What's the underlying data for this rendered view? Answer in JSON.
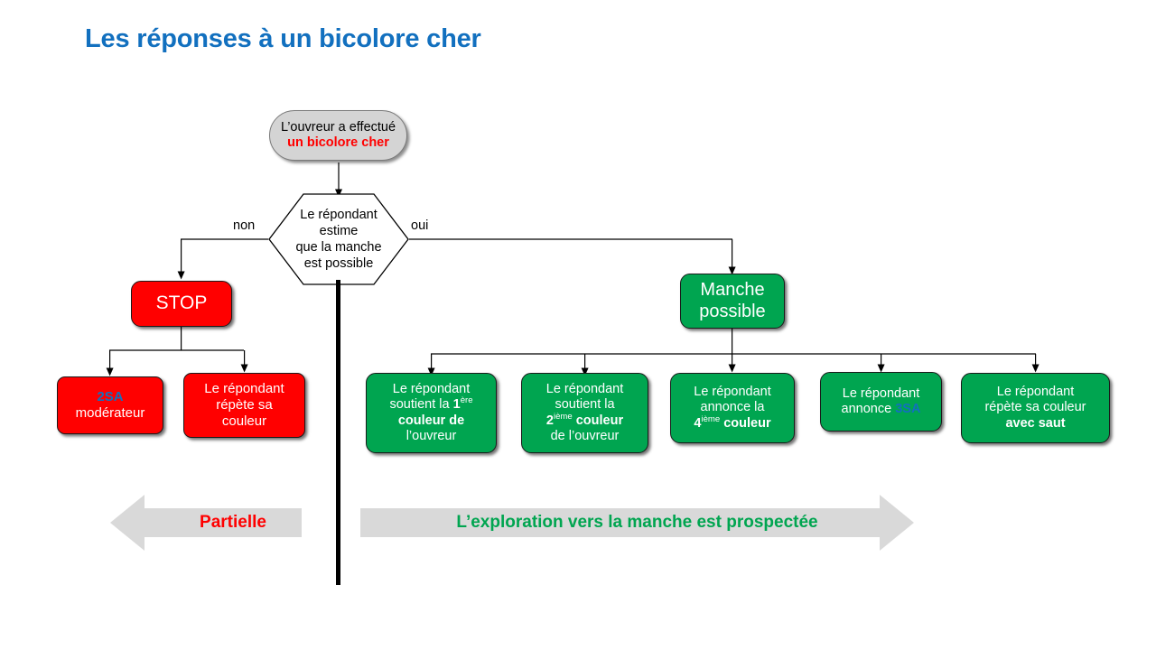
{
  "page": {
    "title": "Les réponses à un bicolore cher",
    "title_color": "#1270BF",
    "background": "#FFFFFF"
  },
  "palette": {
    "red": "#FF0000",
    "green": "#00A550",
    "blue": "#1270BF",
    "gray_oval": "#D4D4D4",
    "banner_gray": "#D9D9D9",
    "text_white": "#FFFFFF",
    "line": "#000000"
  },
  "flow": {
    "start": {
      "line1": "L’ouvreur a effectué",
      "line2": "un bicolore cher",
      "shape": "rounded-oval"
    },
    "decision": {
      "line1": "Le répondant",
      "line2": "estime",
      "line3": "que la manche",
      "line4": "est possible",
      "shape": "hexagon",
      "branch_no": "non",
      "branch_yes": "oui"
    },
    "stop": {
      "label": "STOP"
    },
    "manche": {
      "line1": "Manche",
      "line2": "possible"
    },
    "stop_children": [
      {
        "id": "2sa-moderateur",
        "line1_blue": "2SA",
        "line2": "modérateur"
      },
      {
        "id": "repete-sa-couleur",
        "line1": "Le répondant",
        "line2": "répète sa",
        "line3": "couleur"
      }
    ],
    "manche_children": [
      {
        "id": "soutient-1ere-couleur",
        "l1": "Le répondant",
        "l2_pre": "soutient la ",
        "l2_bold": "1",
        "l2_sup": "ère",
        "l3_bold": "couleur de",
        "l4": "l’ouvreur"
      },
      {
        "id": "soutient-2ieme-couleur",
        "l1": "Le répondant",
        "l2": "soutient la",
        "l3_bold": "2",
        "l3_sup": "ième",
        "l3_bold2": " couleur",
        "l4": "de l’ouvreur"
      },
      {
        "id": "annonce-4ieme-couleur",
        "l1": "Le répondant",
        "l2": "annonce la",
        "l3_bold": "4",
        "l3_sup": "ième",
        "l3_bold2": " couleur"
      },
      {
        "id": "annonce-3sa",
        "l1": "Le répondant",
        "l2_pre": "annonce ",
        "l2_blue": "3SA"
      },
      {
        "id": "repete-avec-saut",
        "l1": "Le répondant",
        "l2": "répète sa couleur",
        "l3_bold": "avec saut"
      }
    ]
  },
  "banners": {
    "left": {
      "label": "Partielle",
      "direction": "left",
      "text_color": "#FF0000"
    },
    "right": {
      "label": "L’exploration vers la manche est prospectée",
      "direction": "right",
      "text_color": "#00A550"
    }
  }
}
